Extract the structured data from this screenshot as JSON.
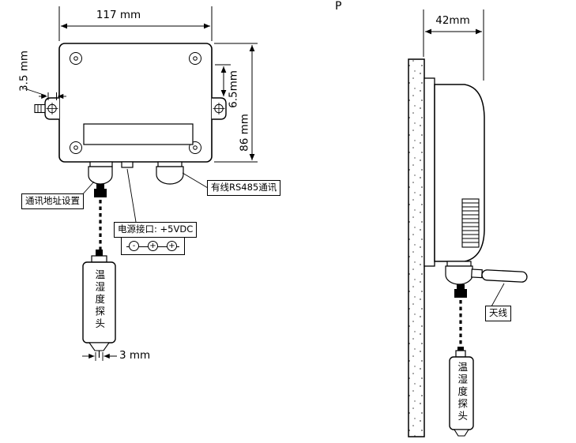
{
  "front_view": {
    "dim_width": "117 mm",
    "dim_height": "86 mm",
    "dim_left_hole": "3.5 mm",
    "dim_right_hole": "6.5mm",
    "dim_probe_tip": "3 mm",
    "callout_comm_address": "通讯地址设置",
    "callout_rs485": "有线RS485通讯",
    "callout_power": "电源接口: +5VDC",
    "probe_label": "温湿度探头",
    "terminals": [
      "-",
      "+",
      "+"
    ]
  },
  "side_view": {
    "dim_depth": "42mm",
    "callout_antenna": "天线",
    "probe_label": "温湿度探头"
  },
  "corner_mark": "P"
}
